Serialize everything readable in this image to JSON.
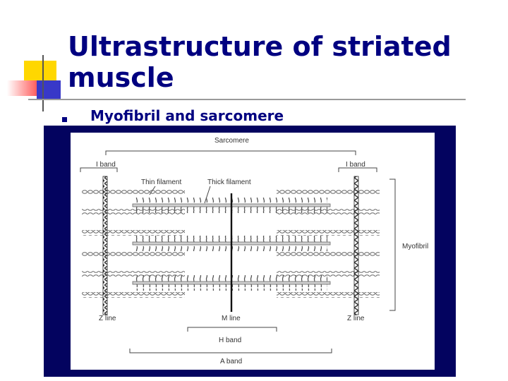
{
  "slide": {
    "title": "Ultrastructure of striated muscle",
    "bullet": "Myofibril and sarcomere"
  },
  "diagram": {
    "labels": {
      "sarcomere": "Sarcomere",
      "i_band_left": "I band",
      "i_band_right": "I band",
      "thin_filament": "Thin filament",
      "thick_filament": "Thick filament",
      "myofibril": "Myofibril",
      "z_line_left": "Z line",
      "m_line": "M line",
      "z_line_right": "Z line",
      "h_band": "H band",
      "a_band": "A band"
    }
  },
  "colors": {
    "title": "#000080",
    "figure_frame": "#03035f",
    "accent_yellow": "#ffd700",
    "accent_red": "#ff3333",
    "accent_blue": "#3333cc"
  }
}
